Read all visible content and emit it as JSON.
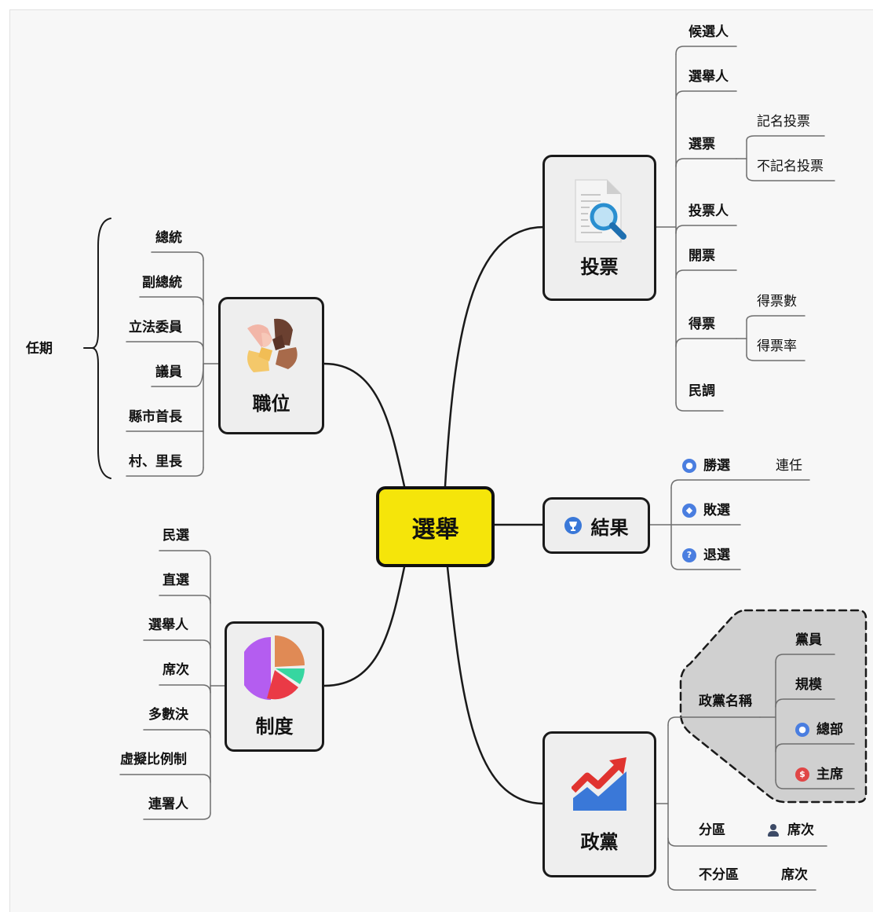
{
  "center": {
    "label": "選舉"
  },
  "zhiwei": {
    "label": "職位",
    "icon": "joined-hands-icon",
    "items": [
      "總統",
      "副總統",
      "立法委員",
      "議員",
      "縣市首長",
      "村、里長"
    ],
    "term": "任期"
  },
  "zhidu": {
    "label": "制度",
    "icon": "pie-chart-icon",
    "items": [
      "民選",
      "直選",
      "選舉人",
      "席次",
      "多數決",
      "虛擬比例制",
      "連署人"
    ]
  },
  "toupiao": {
    "label": "投票",
    "icon": "document-search-icon",
    "items": {
      "candidate": "候選人",
      "elector": "選舉人",
      "ballot": "選票",
      "ballot_named": "記名投票",
      "ballot_anonymous": "不記名投票",
      "voter": "投票人",
      "counting": "開票",
      "votes": "得票",
      "votes_count": "得票數",
      "votes_rate": "得票率",
      "poll": "民調"
    }
  },
  "jieguo": {
    "label": "結果",
    "icon": "trophy-icon",
    "items": {
      "win": "勝選",
      "reelect": "連任",
      "lose": "敗選",
      "withdraw": "退選"
    }
  },
  "zhengdang": {
    "label": "政黨",
    "icon": "trend-chart-icon",
    "party_name": "政黨名稱",
    "party_items": {
      "members": "黨員",
      "scale": "規模",
      "hq": "總部",
      "chair": "主席"
    },
    "district": "分區",
    "district_seats": "席次",
    "non_district": "不分區",
    "non_district_seats": "席次"
  },
  "colors": {
    "center_fill": "#f5e50a",
    "node_fill": "#eeeeee",
    "canvas": "#f7f7f7",
    "boundary_fill": "#d0d0d0",
    "icon_blue": "#4a7ee0",
    "icon_red": "#e04646"
  }
}
